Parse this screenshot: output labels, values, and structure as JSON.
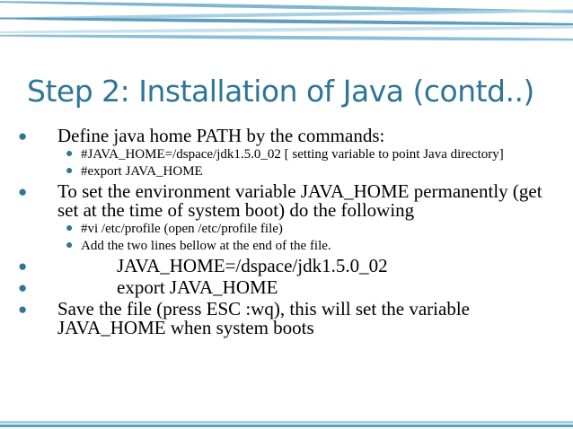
{
  "slide": {
    "title": "Step 2: Installation of Java (contd..)",
    "bullet_glyph": "●",
    "accent_color": "#2e7597",
    "items": [
      {
        "level": 1,
        "text": "Define java home PATH by the commands:"
      },
      {
        "level": 2,
        "text": "#JAVA_HOME=/dspace/jdk1.5.0_02 [ setting variable to point Java directory]"
      },
      {
        "level": 2,
        "text": "#export JAVA_HOME"
      },
      {
        "level": 1,
        "text": "To set the environment variable JAVA_HOME permanently (get set at the time of system boot) do the following"
      },
      {
        "level": 2,
        "text": "#vi  /etc/profile  (open /etc/profile file)"
      },
      {
        "level": 2,
        "text": "Add the two lines bellow at the end of the file."
      },
      {
        "level": 1,
        "text": "JAVA_HOME=/dspace/jdk1.5.0_02"
      },
      {
        "level": 1,
        "text": "export JAVA_HOME"
      },
      {
        "level": 1,
        "text": "Save the file (press ESC :wq), this will set the variable JAVA_HOME when system boots"
      }
    ]
  }
}
